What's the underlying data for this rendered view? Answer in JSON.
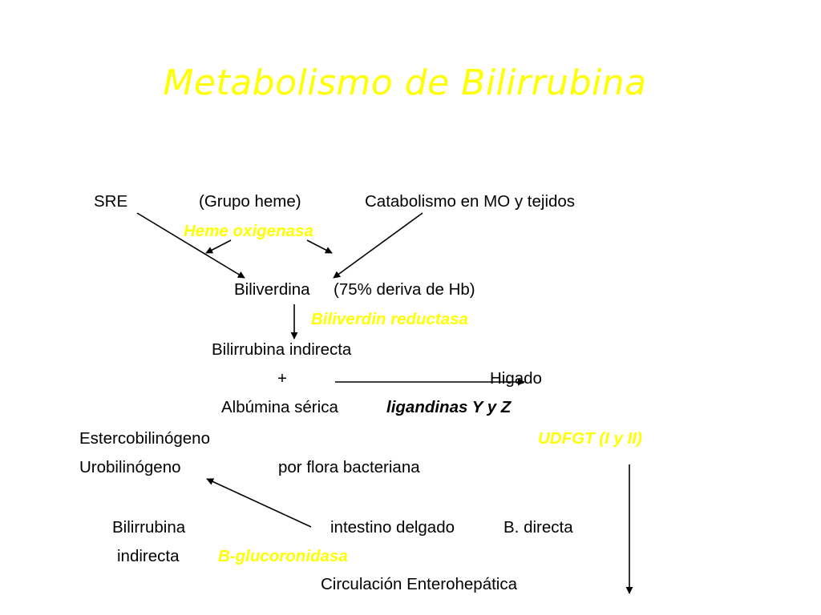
{
  "colors": {
    "title": "#ffff00",
    "enzyme": "#ffff00",
    "text": "#000000",
    "background": "#ffffff"
  },
  "title": "Metabolismo de Bilirrubina",
  "nodes": {
    "sre": "SRE",
    "grupo_heme": "(Grupo heme)",
    "catabolismo": "Catabolismo en MO y tejidos",
    "biliverdina": "Biliverdina",
    "biliverdina_note": "(75% deriva de Hb)",
    "bilirrubina_indirecta": "Bilirrubina indirecta",
    "plus": "+",
    "higado": "Higado",
    "albumina": "Albúmina sérica",
    "ligandinas": "ligandinas Y y Z",
    "estercobilinogeno": "Estercobilinógeno",
    "urobilinogeno": "Urobilinógeno",
    "flora": "por flora bacteriana",
    "bilirrubina": "Bilirrubina",
    "indirecta": "indirecta",
    "intestino": "intestino delgado",
    "b_directa": "B. directa",
    "circulacion": "Circulación Enterohepática"
  },
  "enzymes": {
    "heme_oxigenasa": "Heme oxigenasa",
    "biliverdin_reductasa": "Biliverdin reductasa",
    "udfgt": "UDFGT (I y II)",
    "b_glucoronidasa": "B-glucoronidasa"
  }
}
